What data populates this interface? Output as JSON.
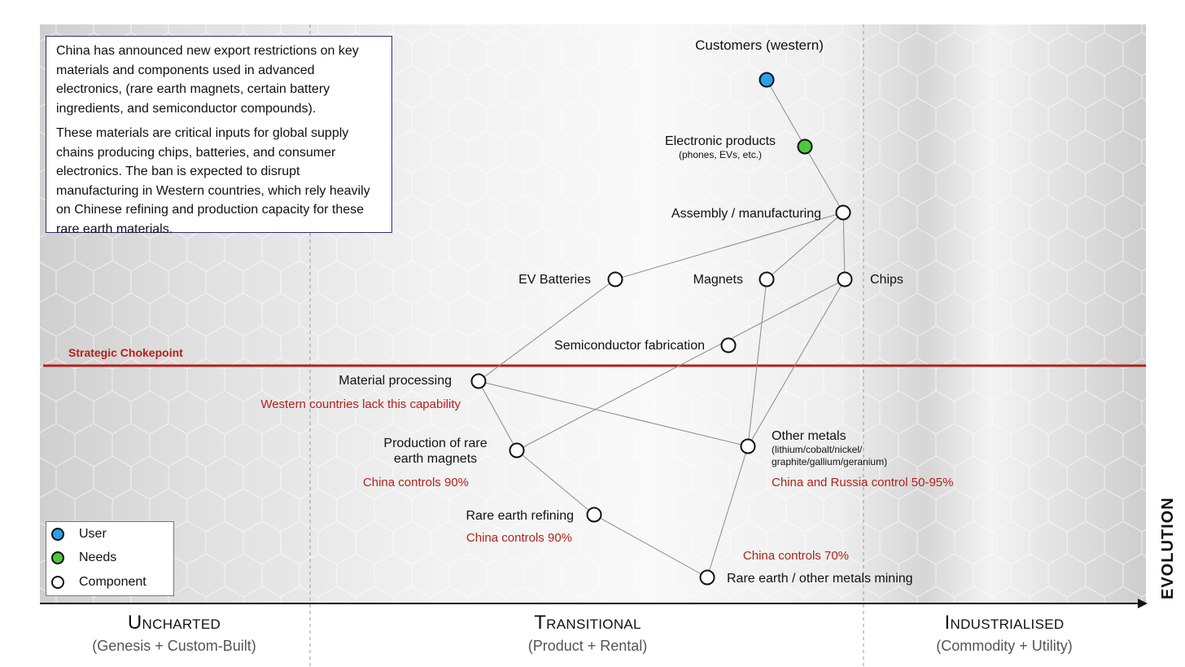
{
  "info_box": {
    "p1": "China has announced new export restrictions on key materials and components used in advanced electronics, (rare earth magnets, certain battery ingredients, and semiconductor compounds).",
    "p2": "These materials are critical inputs for global supply chains producing chips, batteries, and consumer electronics. The ban is expected to disrupt manufacturing in Western countries, which rely heavily on Chinese refining and production capacity for these rare earth materials."
  },
  "chokepoint": {
    "label": "Strategic Chokepoint",
    "color": "#b3211b"
  },
  "colors": {
    "user": "#2aa1e8",
    "need": "#4cc83a",
    "component": "#ffffff",
    "line": "#8a8a8a",
    "annotation": "#b3211b"
  },
  "nodes": {
    "customers": {
      "label": "Customers (western)",
      "type": "user"
    },
    "electronic_products": {
      "label": "Electronic products",
      "sublabel": "(phones, EVs, etc.)",
      "type": "need"
    },
    "assembly": {
      "label": "Assembly / manufacturing",
      "type": "component"
    },
    "ev_batteries": {
      "label": "EV Batteries",
      "type": "component"
    },
    "magnets": {
      "label": "Magnets",
      "type": "component"
    },
    "chips": {
      "label": "Chips",
      "type": "component"
    },
    "semiconductor_fab": {
      "label": "Semiconductor fabrication",
      "type": "component"
    },
    "material_processing": {
      "label": "Material processing",
      "type": "component"
    },
    "rare_earth_magnets": {
      "label_line1": "Production of rare",
      "label_line2": "earth magnets",
      "type": "component"
    },
    "other_metals": {
      "label": "Other metals",
      "sublabel_line1": "(lithium/cobalt/nickel/",
      "sublabel_line2": "graphite/gallium/geranium)",
      "type": "component"
    },
    "rare_earth_refining": {
      "label": "Rare earth refining",
      "type": "component"
    },
    "mining": {
      "label": "Rare earth / other metals mining",
      "type": "component"
    }
  },
  "annotations": {
    "western_lack": "Western countries lack this capability",
    "magnets_control": "China controls 90%",
    "refining_control": "China controls 90%",
    "other_metals_control": "China and Russia control 50-95%",
    "mining_control": "China controls 70%"
  },
  "legend": {
    "user": "User",
    "needs": "Needs",
    "component": "Component"
  },
  "stages": [
    {
      "title": "Uncharted",
      "subtitle": "(Genesis + Custom-Built)"
    },
    {
      "title": "Transitional",
      "subtitle": "(Product + Rental)"
    },
    {
      "title": "Industrialised",
      "subtitle": "(Commodity + Utility)"
    }
  ],
  "axis": {
    "evolution_label": "EVOLUTION"
  },
  "edges": [
    [
      "customers",
      "electronic_products"
    ],
    [
      "electronic_products",
      "assembly"
    ],
    [
      "assembly",
      "ev_batteries"
    ],
    [
      "assembly",
      "magnets"
    ],
    [
      "assembly",
      "chips"
    ],
    [
      "ev_batteries",
      "material_processing"
    ],
    [
      "chips",
      "rare_earth_magnets"
    ],
    [
      "chips",
      "other_metals"
    ],
    [
      "magnets",
      "other_metals"
    ],
    [
      "material_processing",
      "rare_earth_magnets"
    ],
    [
      "material_processing",
      "other_metals"
    ],
    [
      "rare_earth_magnets",
      "rare_earth_refining"
    ],
    [
      "rare_earth_refining",
      "mining"
    ],
    [
      "other_metals",
      "mining"
    ]
  ]
}
